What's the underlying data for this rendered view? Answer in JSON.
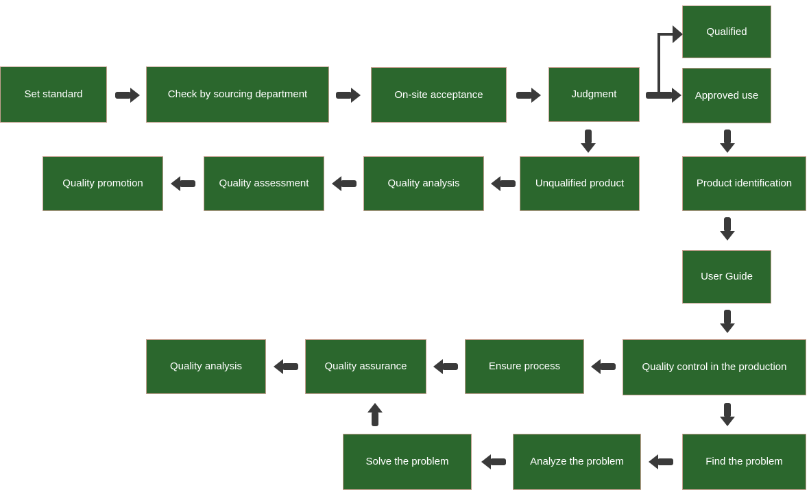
{
  "diagram": {
    "type": "flowchart",
    "colors": {
      "node_fill": "#2b672d",
      "node_border": "#c4a090",
      "node_text": "#ffffff",
      "arrow": "#3a3a3a",
      "background": "#ffffff"
    },
    "nodes": {
      "set_standard": "Set standard",
      "check_by_sourcing": "Check by sourcing department",
      "onsite_acceptance": "On-site acceptance",
      "judgment": "Judgment",
      "qualified": "Qualified",
      "approved_use": "Approved use",
      "quality_promotion": "Quality promotion",
      "quality_assessment": "Quality assessment",
      "quality_analysis_upper": "Quality analysis",
      "unqualified_product": "Unqualified product",
      "product_identification": "Product identification",
      "user_guide": "User Guide",
      "quality_control_production": "Quality control in the production",
      "quality_analysis_lower": "Quality analysis",
      "quality_assurance": "Quality assurance",
      "ensure_process": "Ensure process",
      "solve_problem": "Solve the problem",
      "analyze_problem": "Analyze the problem",
      "find_problem": "Find the problem"
    },
    "edges": [
      {
        "from": "set_standard",
        "to": "check_by_sourcing",
        "direction": "right"
      },
      {
        "from": "check_by_sourcing",
        "to": "onsite_acceptance",
        "direction": "right"
      },
      {
        "from": "onsite_acceptance",
        "to": "judgment",
        "direction": "right"
      },
      {
        "from": "judgment",
        "to": "approved_use",
        "direction": "right"
      },
      {
        "from": "judgment",
        "to": "qualified",
        "direction": "up-right-elbow"
      },
      {
        "from": "judgment",
        "to": "unqualified_product",
        "direction": "down"
      },
      {
        "from": "unqualified_product",
        "to": "quality_analysis_upper",
        "direction": "left"
      },
      {
        "from": "quality_analysis_upper",
        "to": "quality_assessment",
        "direction": "left"
      },
      {
        "from": "quality_assessment",
        "to": "quality_promotion",
        "direction": "left"
      },
      {
        "from": "approved_use",
        "to": "product_identification",
        "direction": "down"
      },
      {
        "from": "product_identification",
        "to": "user_guide",
        "direction": "down"
      },
      {
        "from": "user_guide",
        "to": "quality_control_production",
        "direction": "down"
      },
      {
        "from": "quality_control_production",
        "to": "ensure_process",
        "direction": "left"
      },
      {
        "from": "ensure_process",
        "to": "quality_assurance",
        "direction": "left"
      },
      {
        "from": "quality_assurance",
        "to": "quality_analysis_lower",
        "direction": "left"
      },
      {
        "from": "quality_control_production",
        "to": "find_problem",
        "direction": "down"
      },
      {
        "from": "find_problem",
        "to": "analyze_problem",
        "direction": "left"
      },
      {
        "from": "analyze_problem",
        "to": "solve_problem",
        "direction": "left"
      },
      {
        "from": "solve_problem",
        "to": "quality_assurance",
        "direction": "up"
      }
    ]
  }
}
